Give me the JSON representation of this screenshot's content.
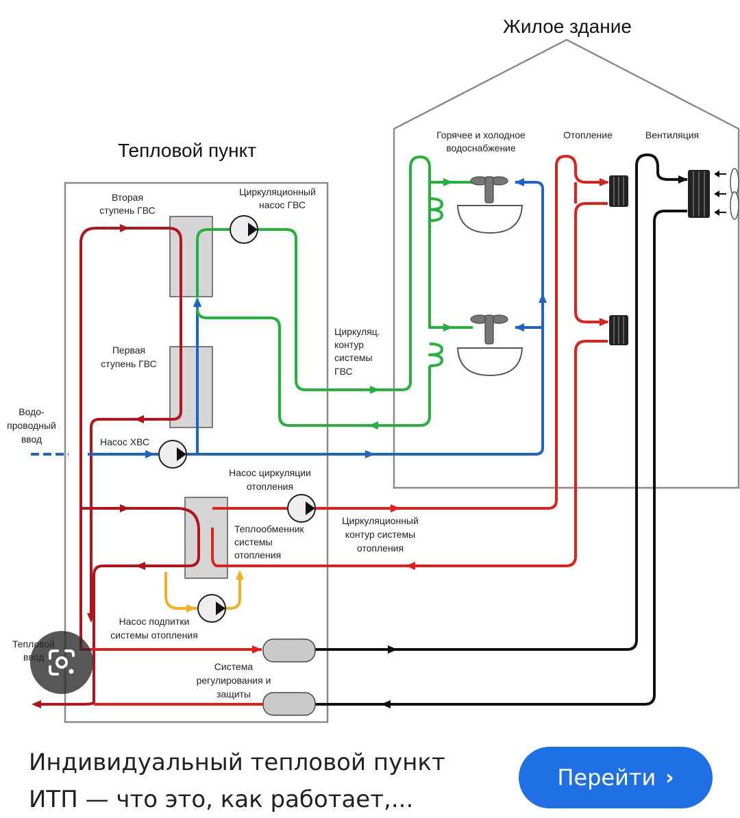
{
  "diagram": {
    "building_title": "Жилое здание",
    "station_title": "Тепловой пункт",
    "labels": {
      "hot_cold_water_1": "Горячее и холодное",
      "hot_cold_water_2": "водоснабжение",
      "heating": "Отопление",
      "ventilation": "Вентиляция",
      "second_stage_1": "Вторая",
      "second_stage_2": "ступень ГВС",
      "circ_pump_1": "Циркуляционный",
      "circ_pump_2": "насос ГВС",
      "first_stage_1": "Первая",
      "first_stage_2": "ступень ГВС",
      "dhw_loop_1": "Циркуляц.",
      "dhw_loop_2": "контур",
      "dhw_loop_3": "системы",
      "dhw_loop_4": "ГВС",
      "water_inlet_1": "Водо-",
      "water_inlet_2": "проводный",
      "water_inlet_3": "ввод",
      "cold_pump": "Насос ХВС",
      "heat_circ_pump_1": "Насос циркуляции",
      "heat_circ_pump_2": "отопления",
      "heat_exchanger_1": "Теплообменник",
      "heat_exchanger_2": "системы",
      "heat_exchanger_3": "отопления",
      "heat_loop_1": "Циркуляционный",
      "heat_loop_2": "контур системы",
      "heat_loop_3": "отопления",
      "makeup_pump_1": "Насос подпитки",
      "makeup_pump_2": "системы отопления",
      "heat_inlet_1": "Тепловой",
      "heat_inlet_2": "ввод",
      "control_1": "Система",
      "control_2": "регулирования и",
      "control_3": "защиты"
    },
    "colors": {
      "hot": "#e0201b",
      "dark_hot": "#b5121b",
      "green": "#22b33a",
      "blue": "#1c64c8",
      "yellow": "#f2b01e",
      "black": "#111111",
      "gray_box": "#d6d6d6"
    }
  },
  "caption": {
    "line1": "Индивидуальный тепловой пункт",
    "line2": "ИТП — что это, как работает,..."
  },
  "go_button": {
    "label": "Перейти",
    "icon": "chevron-right-icon"
  },
  "lens_button": {
    "icon": "google-lens-icon"
  }
}
